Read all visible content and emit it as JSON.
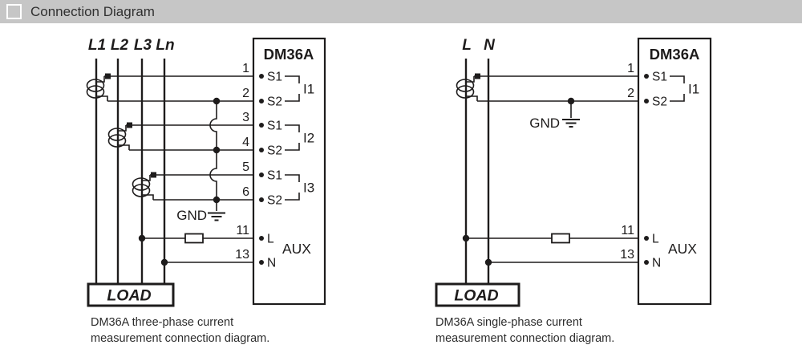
{
  "header": {
    "title": "Connection Diagram"
  },
  "colors": {
    "ink": "#1e1c1c",
    "header_bg": "#c6c6c6",
    "paper": "#ffffff"
  },
  "left": {
    "phases": [
      "L1",
      "L2",
      "L3",
      "Ln"
    ],
    "device": "DM36A",
    "terminals": [
      {
        "num": "1",
        "label": "S1"
      },
      {
        "num": "2",
        "label": "S2"
      },
      {
        "num": "3",
        "label": "S1"
      },
      {
        "num": "4",
        "label": "S2"
      },
      {
        "num": "5",
        "label": "S1"
      },
      {
        "num": "6",
        "label": "S2"
      },
      {
        "num": "11",
        "label": "L"
      },
      {
        "num": "13",
        "label": "N"
      }
    ],
    "inputs": [
      "I1",
      "I2",
      "I3"
    ],
    "gnd": "GND",
    "aux": "AUX",
    "load": "LOAD",
    "caption_line1": "DM36A three-phase current",
    "caption_line2": "measurement connection diagram."
  },
  "right": {
    "phases": [
      "L",
      "N"
    ],
    "device": "DM36A",
    "terminals": [
      {
        "num": "1",
        "label": "S1"
      },
      {
        "num": "2",
        "label": "S2"
      },
      {
        "num": "11",
        "label": "L"
      },
      {
        "num": "13",
        "label": "N"
      }
    ],
    "inputs": [
      "I1"
    ],
    "gnd": "GND",
    "aux": "AUX",
    "load": "LOAD",
    "caption_line1": "DM36A single-phase current",
    "caption_line2": "measurement connection diagram."
  }
}
